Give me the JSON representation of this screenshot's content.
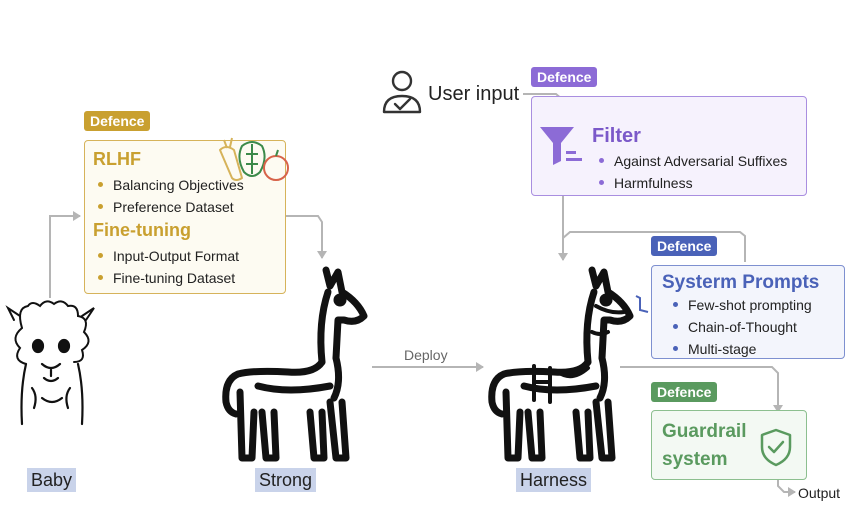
{
  "user_input": {
    "label": "User input"
  },
  "rlhf_panel": {
    "badge": "Defence",
    "sections": [
      {
        "title": "RLHF",
        "items": [
          "Balancing Objectives",
          "Preference Dataset"
        ]
      },
      {
        "title": "Fine-tuning",
        "items": [
          "Input-Output Format",
          "Fine-tuning Dataset"
        ]
      }
    ]
  },
  "filter_panel": {
    "badge": "Defence",
    "title": "Filter",
    "items": [
      "Against Adversarial Suffixes",
      "Harmfulness"
    ]
  },
  "prompts_panel": {
    "badge": "Defence",
    "title": "Systerm Prompts",
    "items": [
      "Few-shot prompting",
      "Chain-of-Thought",
      "Multi-stage"
    ]
  },
  "guardrail_panel": {
    "badge": "Defence",
    "title_line1": "Guardrail",
    "title_line2": "system"
  },
  "flow": {
    "deploy": "Deploy",
    "output": "Output"
  },
  "stages": [
    "Baby",
    "Strong",
    "Harness"
  ],
  "colors": {
    "gold": "#c9a030",
    "purple": "#8c6bd6",
    "blue": "#4a62b8",
    "green": "#5a9a5f",
    "arrow": "#b5b5b5",
    "caption_bg": "#c9d3ea"
  },
  "icons": [
    "user-icon",
    "vegetables-icon",
    "funnel-filter-icon",
    "shield-check-icon",
    "alpaca-baby",
    "alpaca-strong",
    "alpaca-harnessed"
  ]
}
